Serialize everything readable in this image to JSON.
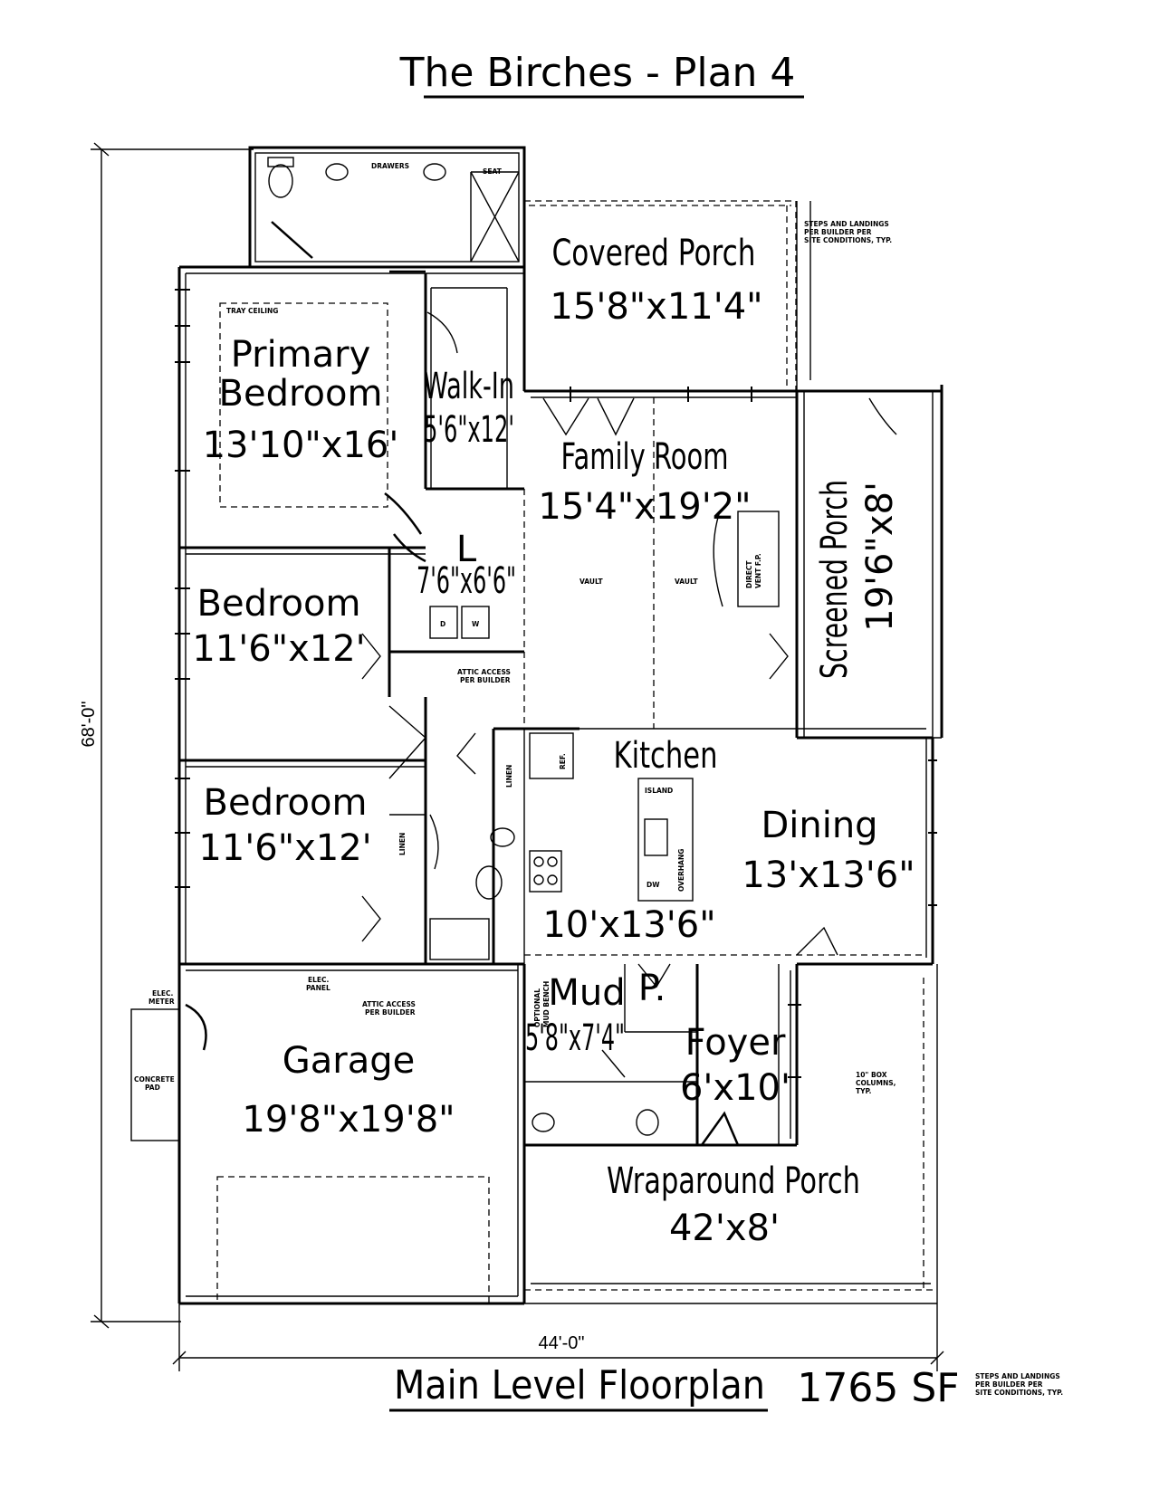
{
  "title": "The Birches - Plan 4",
  "footer": {
    "label": "Main Level Floorplan",
    "area": "1765 SF"
  },
  "notes": {
    "steps_top": [
      "STEPS AND LANDINGS",
      "PER BUILDER PER",
      "SITE CONDITIONS, TYP."
    ],
    "steps_bottom": [
      "STEPS AND LANDINGS",
      "PER BUILDER PER",
      "SITE CONDITIONS, TYP."
    ],
    "tray_ceiling": "TRAY CEILING",
    "drawers": "DRAWERS",
    "seat": "SEAT",
    "attic_access_1": [
      "ATTIC ACCESS",
      "PER BUILDER"
    ],
    "attic_access_2": [
      "ATTIC ACCESS",
      "PER BUILDER"
    ],
    "vault_1": "VAULT",
    "vault_2": "VAULT",
    "fireplace": [
      "DIRECT",
      "VENT F.P."
    ],
    "linen_1": "LINEN",
    "linen_2": "LINEN",
    "ref": "REF.",
    "island": "ISLAND",
    "overhang": "OVERHANG",
    "dw": "DW",
    "washer": "D",
    "dryer": "W",
    "elec_meter": [
      "ELEC.",
      "METER"
    ],
    "elec_panel": [
      "ELEC.",
      "PANEL"
    ],
    "concrete_pad": [
      "CONCRETE",
      "PAD"
    ],
    "optional_bench": [
      "OPTIONAL",
      "MUD BENCH"
    ],
    "box_columns": [
      "10\" BOX",
      "COLUMNS,",
      "TYP."
    ]
  },
  "rooms": {
    "covered_porch": {
      "name": "Covered Porch",
      "size": "15'8\"x11'4\""
    },
    "primary_bedroom": {
      "name1": "Primary",
      "name2": "Bedroom",
      "size": "13'10\"x16'"
    },
    "walk_in": {
      "name": "Walk-In",
      "size": "5'6\"x12'"
    },
    "family_room": {
      "name": "Family Room",
      "size": "15'4\"x19'2\""
    },
    "screened_porch": {
      "name": "Screened Porch",
      "size": "19'6\"x8'"
    },
    "laundry": {
      "name": "L",
      "size": "7'6\"x6'6\""
    },
    "bedroom_1": {
      "name": "Bedroom",
      "size": "11'6\"x12'"
    },
    "bedroom_2": {
      "name": "Bedroom",
      "size": "11'6\"x12'"
    },
    "kitchen": {
      "name": "Kitchen",
      "size": "10'x13'6\""
    },
    "dining": {
      "name": "Dining",
      "size": "13'x13'6\""
    },
    "mud": {
      "name": "Mud",
      "size": "5'8\"x7'4\""
    },
    "pantry": {
      "name": "P."
    },
    "foyer": {
      "name": "Foyer",
      "size": "6'x10'"
    },
    "garage": {
      "name": "Garage",
      "size": "19'8\"x19'8\""
    },
    "wraparound_porch": {
      "name": "Wraparound Porch",
      "size": "42'x8'"
    }
  },
  "dimensions": {
    "depth": "68'-0\"",
    "width": "44'-0\""
  }
}
